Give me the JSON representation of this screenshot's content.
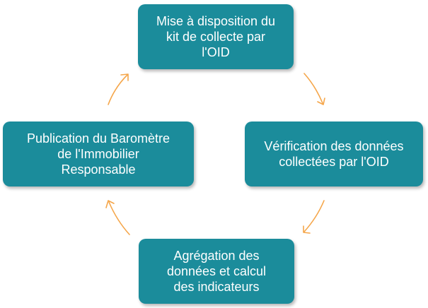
{
  "cycle": {
    "steps": [
      "Mise à disposition du\nkit de collecte par\nl'OID",
      "Vérification des données\ncollectées par l'OID",
      "Agrégation des\ndonnées et calcul\ndes indicateurs",
      "Publication du Baromètre\nde l'Immobilier\nResponsable"
    ]
  },
  "colors": {
    "box_fill": "#1b8c9b",
    "box_text": "#ffffff",
    "arrow": "#f5a64a"
  }
}
